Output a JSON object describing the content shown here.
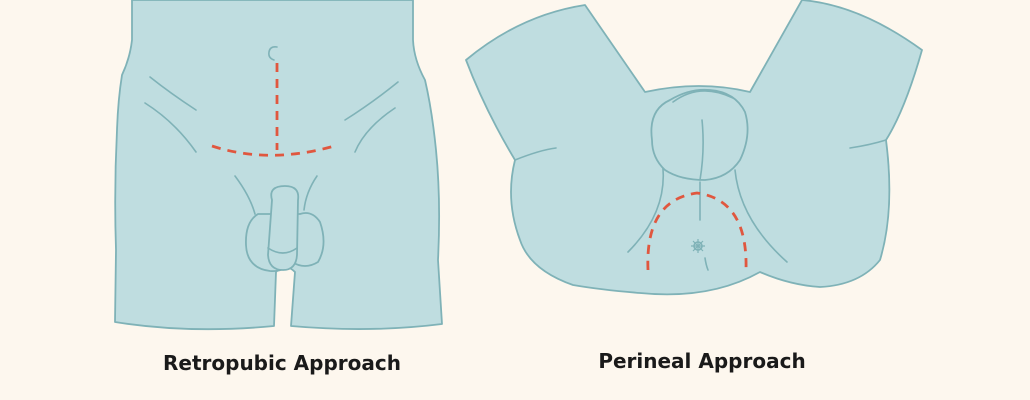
{
  "colors": {
    "background": "#fdf7ee",
    "skin_fill": "#bfdde0",
    "outline": "#7fb2b7",
    "incision": "#e0573f",
    "caption_text": "#1a1a1a"
  },
  "panels": [
    {
      "caption": "Retropubic Approach",
      "incision_style": "vertical midline from navel plus curved lower abdominal line"
    },
    {
      "caption": "Perineal Approach",
      "incision_style": "arched line around the perineum"
    }
  ]
}
